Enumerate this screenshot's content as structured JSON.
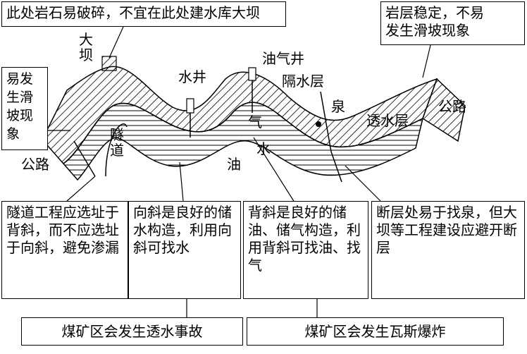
{
  "callouts": {
    "top_left": "此处岩石易破碎，不宜在此处建水库大坝",
    "top_right": "岩层稳定，不易\n发生滑坡现象",
    "left_side": "易发\n生滑\n坡现\n象"
  },
  "diagram_labels": {
    "dam": "大\n坝",
    "water_well": "水井",
    "oil_gas_well": "油气井",
    "aquiclude": "隔水层",
    "spring": "泉",
    "aquifer": "透水层",
    "road_right": "公路",
    "road_left": "公路",
    "tunnel": "隧\n道",
    "gas": "气",
    "water": "水",
    "oil": "油"
  },
  "explanations": [
    "隧道工程应选址于背斜，而不应选址于向斜，避免渗漏",
    "向斜是良好的储水构造，利用向斜可找水",
    "背斜是良好的储油、储气构造，利用背斜可找油、找气",
    "断层处易于找泉，但大坝等工程建设应避开断层"
  ],
  "bottom": {
    "left": "煤矿区会发生透水事故",
    "right": "煤矿区会发生瓦斯爆炸"
  }
}
